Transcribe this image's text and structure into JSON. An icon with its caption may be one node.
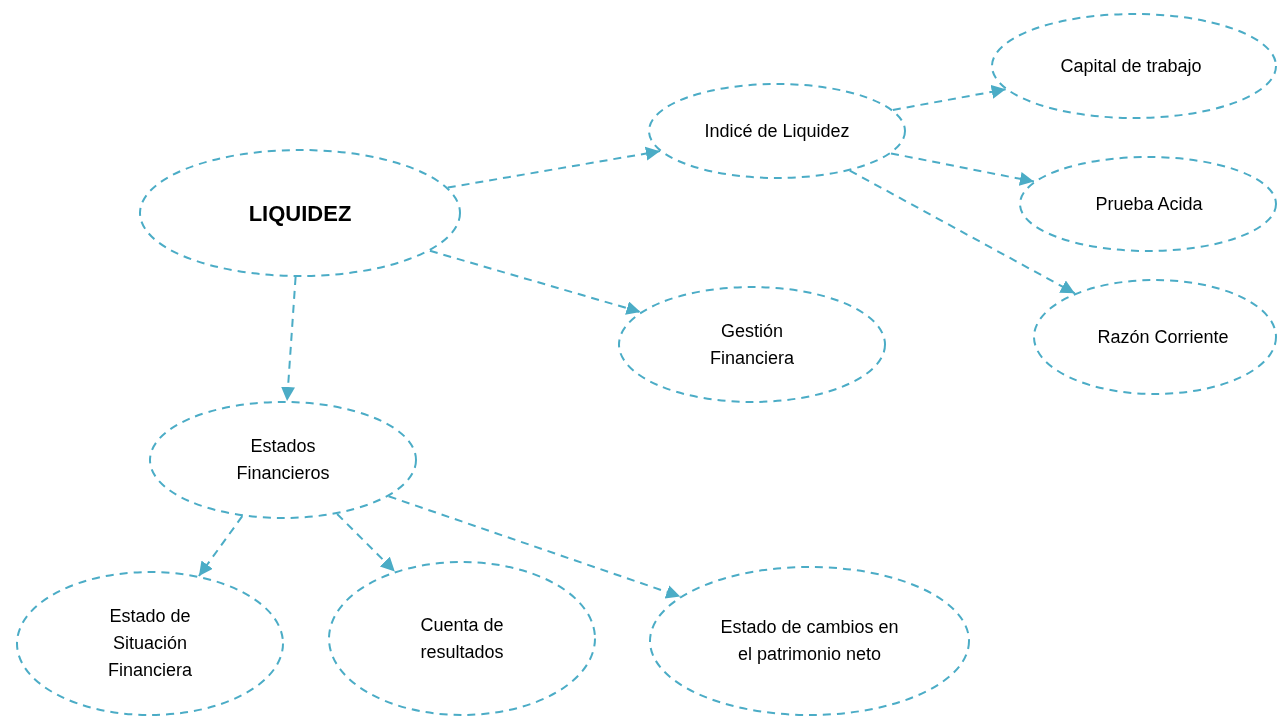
{
  "diagram": {
    "nodes": [
      {
        "text": [
          "LIQUIDEZ"
        ]
      },
      {
        "text": [
          "Indicé de Liquidez"
        ]
      },
      {
        "text": [
          "Capital de trabajo"
        ]
      },
      {
        "text": [
          "Prueba Acida"
        ]
      },
      {
        "text": [
          "Razón Corriente"
        ]
      },
      {
        "text": [
          "Gestión Financiera"
        ]
      },
      {
        "text": [
          "Estados Financieros"
        ]
      },
      {
        "text": [
          "Estado de Situación Financiera"
        ]
      },
      {
        "text": [
          "Cuenta de resultados"
        ]
      },
      {
        "text": [
          "Estado de cambios en el patrimonio neto"
        ]
      }
    ],
    "edges": [
      {
        "from": 0,
        "to": 1,
        "arrow": "to",
        "style": "dashed"
      },
      {
        "from": 0,
        "to": 5,
        "arrow": "to",
        "style": "dashed"
      },
      {
        "from": 0,
        "to": 6,
        "arrow": "to",
        "style": "dashed"
      },
      {
        "from": 1,
        "to": 2,
        "arrow": "to",
        "style": "dashed"
      },
      {
        "from": 1,
        "to": 3,
        "arrow": "to",
        "style": "dashed"
      },
      {
        "from": 1,
        "to": 4,
        "arrow": "to",
        "style": "dashed"
      },
      {
        "from": 6,
        "to": 7,
        "arrow": "to",
        "style": "dashed"
      },
      {
        "from": 6,
        "to": 8,
        "arrow": "to",
        "style": "dashed"
      },
      {
        "from": 6,
        "to": 9,
        "arrow": "to",
        "style": "dashed"
      }
    ]
  }
}
